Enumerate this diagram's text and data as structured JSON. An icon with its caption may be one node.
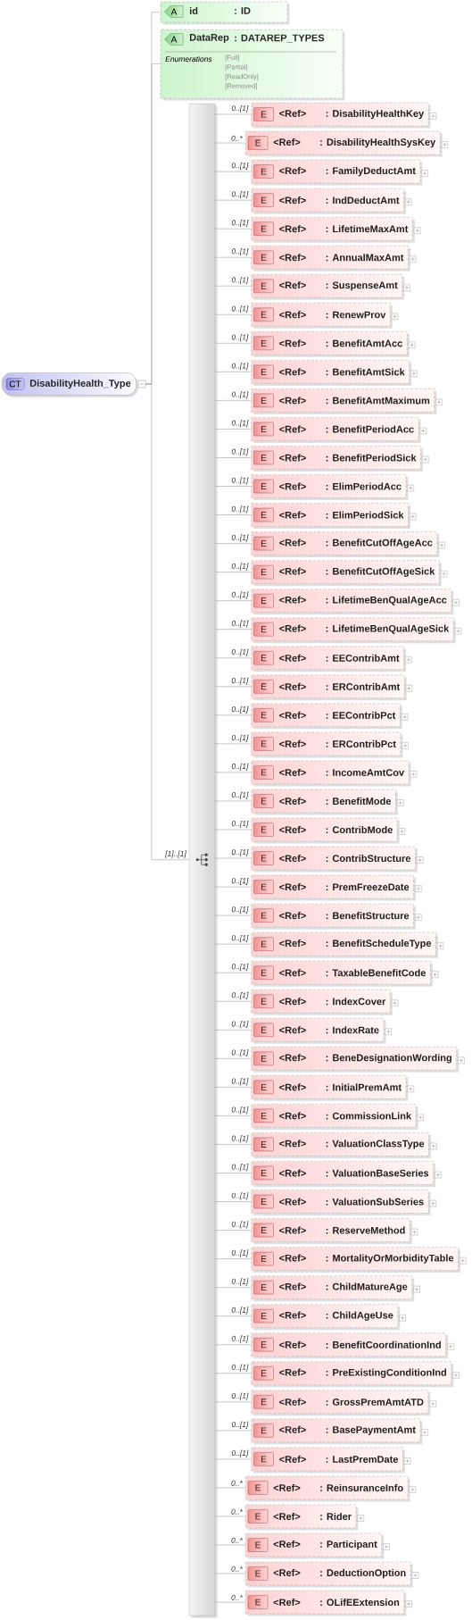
{
  "diagram": {
    "nodes": [
      {
        "text": [
          "CT",
          "DisabilityHealth_Type"
        ]
      },
      {
        "text": [
          "A",
          "id",
          ": ID"
        ]
      },
      {
        "text": [
          "A",
          "DataRep",
          ": DATAREP_TYPES",
          "Enumerations",
          "[Full]",
          "[Partial]",
          "[ReadOnly]",
          "[Removed]"
        ]
      },
      {
        "text": [],
        "shape": "bar"
      },
      {
        "text": [
          "E",
          "<Ref>",
          ": DisabilityHealthKey"
        ]
      },
      {
        "text": [
          "E",
          "<Ref>",
          ": DisabilityHealthSysKey"
        ]
      },
      {
        "text": [
          "E",
          "<Ref>",
          ": FamilyDeductAmt"
        ]
      },
      {
        "text": [
          "E",
          "<Ref>",
          ": IndDeductAmt"
        ]
      },
      {
        "text": [
          "E",
          "<Ref>",
          ": LifetimeMaxAmt"
        ]
      },
      {
        "text": [
          "E",
          "<Ref>",
          ": AnnualMaxAmt"
        ]
      },
      {
        "text": [
          "E",
          "<Ref>",
          ": SuspenseAmt"
        ]
      },
      {
        "text": [
          "E",
          "<Ref>",
          ": RenewProv"
        ]
      },
      {
        "text": [
          "E",
          "<Ref>",
          ": BenefitAmtAcc"
        ]
      },
      {
        "text": [
          "E",
          "<Ref>",
          ": BenefitAmtSick"
        ]
      },
      {
        "text": [
          "E",
          "<Ref>",
          ": BenefitAmtMaximum"
        ]
      },
      {
        "text": [
          "E",
          "<Ref>",
          ": BenefitPeriodAcc"
        ]
      },
      {
        "text": [
          "E",
          "<Ref>",
          ": BenefitPeriodSick"
        ]
      },
      {
        "text": [
          "E",
          "<Ref>",
          ": ElimPeriodAcc"
        ]
      },
      {
        "text": [
          "E",
          "<Ref>",
          ": ElimPeriodSick"
        ]
      },
      {
        "text": [
          "E",
          "<Ref>",
          ": BenefitCutOffAgeAcc"
        ]
      },
      {
        "text": [
          "E",
          "<Ref>",
          ": BenefitCutOffAgeSick"
        ]
      },
      {
        "text": [
          "E",
          "<Ref>",
          ": LifetimeBenQualAgeAcc"
        ]
      },
      {
        "text": [
          "E",
          "<Ref>",
          ": LifetimeBenQualAgeSick"
        ]
      },
      {
        "text": [
          "E",
          "<Ref>",
          ": EEContribAmt"
        ]
      },
      {
        "text": [
          "E",
          "<Ref>",
          ": ERContribAmt"
        ]
      },
      {
        "text": [
          "E",
          "<Ref>",
          ": EEContribPct"
        ]
      },
      {
        "text": [
          "E",
          "<Ref>",
          ": ERContribPct"
        ]
      },
      {
        "text": [
          "E",
          "<Ref>",
          ": IncomeAmtCov"
        ]
      },
      {
        "text": [
          "E",
          "<Ref>",
          ": BenefitMode"
        ]
      },
      {
        "text": [
          "E",
          "<Ref>",
          ": ContribMode"
        ]
      },
      {
        "text": [
          "E",
          "<Ref>",
          ": ContribStructure"
        ]
      },
      {
        "text": [
          "E",
          "<Ref>",
          ": PremFreezeDate"
        ]
      },
      {
        "text": [
          "E",
          "<Ref>",
          ": BenefitStructure"
        ]
      },
      {
        "text": [
          "E",
          "<Ref>",
          ": BenefitScheduleType"
        ]
      },
      {
        "text": [
          "E",
          "<Ref>",
          ": TaxableBenefitCode"
        ]
      },
      {
        "text": [
          "E",
          "<Ref>",
          ": IndexCover"
        ]
      },
      {
        "text": [
          "E",
          "<Ref>",
          ": IndexRate"
        ]
      },
      {
        "text": [
          "E",
          "<Ref>",
          ": BeneDesignationWording"
        ]
      },
      {
        "text": [
          "E",
          "<Ref>",
          ": InitialPremAmt"
        ]
      },
      {
        "text": [
          "E",
          "<Ref>",
          ": CommissionLink"
        ]
      },
      {
        "text": [
          "E",
          "<Ref>",
          ": ValuationClassType"
        ]
      },
      {
        "text": [
          "E",
          "<Ref>",
          ": ValuationBaseSeries"
        ]
      },
      {
        "text": [
          "E",
          "<Ref>",
          ": ValuationSubSeries"
        ]
      },
      {
        "text": [
          "E",
          "<Ref>",
          ": ReserveMethod"
        ]
      },
      {
        "text": [
          "E",
          "<Ref>",
          ": MortalityOrMorbidityTable"
        ]
      },
      {
        "text": [
          "E",
          "<Ref>",
          ": ChildMatureAge"
        ]
      },
      {
        "text": [
          "E",
          "<Ref>",
          ": ChildAgeUse"
        ]
      },
      {
        "text": [
          "E",
          "<Ref>",
          ": BenefitCoordinationInd"
        ]
      },
      {
        "text": [
          "E",
          "<Ref>",
          ": PreExistingConditionInd"
        ]
      },
      {
        "text": [
          "E",
          "<Ref>",
          ": GrossPremAmtATD"
        ]
      },
      {
        "text": [
          "E",
          "<Ref>",
          ": BasePaymentAmt"
        ]
      },
      {
        "text": [
          "E",
          "<Ref>",
          ": LastPremDate"
        ]
      },
      {
        "text": [
          "E",
          "<Ref>",
          ": ReinsuranceInfo"
        ]
      },
      {
        "text": [
          "E",
          "<Ref>",
          ": Rider"
        ]
      },
      {
        "text": [
          "E",
          "<Ref>",
          ": Participant"
        ]
      },
      {
        "text": [
          "E",
          "<Ref>",
          ": DeductionOption"
        ]
      },
      {
        "text": [
          "E",
          "<Ref>",
          ": OLifEExtension"
        ]
      }
    ],
    "edges": [
      {
        "from": 0,
        "to": 1,
        "arrow": "none"
      },
      {
        "from": 0,
        "to": 2,
        "arrow": "none"
      },
      {
        "from": 0,
        "to": 3,
        "arrow": "none",
        "label": "[1]..[1]"
      },
      {
        "from": 3,
        "to": 4,
        "arrow": "none",
        "label": "0..[1]"
      },
      {
        "from": 3,
        "to": 5,
        "arrow": "none",
        "label": "0..*"
      },
      {
        "from": 3,
        "to": 6,
        "arrow": "none",
        "label": "0..[1]"
      },
      {
        "from": 3,
        "to": 7,
        "arrow": "none",
        "label": "0..[1]"
      },
      {
        "from": 3,
        "to": 8,
        "arrow": "none",
        "label": "0..[1]"
      },
      {
        "from": 3,
        "to": 9,
        "arrow": "none",
        "label": "0..[1]"
      },
      {
        "from": 3,
        "to": 10,
        "arrow": "none",
        "label": "0..[1]"
      },
      {
        "from": 3,
        "to": 11,
        "arrow": "none",
        "label": "0..[1]"
      },
      {
        "from": 3,
        "to": 12,
        "arrow": "none",
        "label": "0..[1]"
      },
      {
        "from": 3,
        "to": 13,
        "arrow": "none",
        "label": "0..[1]"
      },
      {
        "from": 3,
        "to": 14,
        "arrow": "none",
        "label": "0..[1]"
      },
      {
        "from": 3,
        "to": 15,
        "arrow": "none",
        "label": "0..[1]"
      },
      {
        "from": 3,
        "to": 16,
        "arrow": "none",
        "label": "0..[1]"
      },
      {
        "from": 3,
        "to": 17,
        "arrow": "none",
        "label": "0..[1]"
      },
      {
        "from": 3,
        "to": 18,
        "arrow": "none",
        "label": "0..[1]"
      },
      {
        "from": 3,
        "to": 19,
        "arrow": "none",
        "label": "0..[1]"
      },
      {
        "from": 3,
        "to": 20,
        "arrow": "none",
        "label": "0..[1]"
      },
      {
        "from": 3,
        "to": 21,
        "arrow": "none",
        "label": "0..[1]"
      },
      {
        "from": 3,
        "to": 22,
        "arrow": "none",
        "label": "0..[1]"
      },
      {
        "from": 3,
        "to": 23,
        "arrow": "none",
        "label": "0..[1]"
      },
      {
        "from": 3,
        "to": 24,
        "arrow": "none",
        "label": "0..[1]"
      },
      {
        "from": 3,
        "to": 25,
        "arrow": "none",
        "label": "0..[1]"
      },
      {
        "from": 3,
        "to": 26,
        "arrow": "none",
        "label": "0..[1]"
      },
      {
        "from": 3,
        "to": 27,
        "arrow": "none",
        "label": "0..[1]"
      },
      {
        "from": 3,
        "to": 28,
        "arrow": "none",
        "label": "0..[1]"
      },
      {
        "from": 3,
        "to": 29,
        "arrow": "none",
        "label": "0..[1]"
      },
      {
        "from": 3,
        "to": 30,
        "arrow": "none",
        "label": "0..[1]"
      },
      {
        "from": 3,
        "to": 31,
        "arrow": "none",
        "label": "0..[1]"
      },
      {
        "from": 3,
        "to": 32,
        "arrow": "none",
        "label": "0..[1]"
      },
      {
        "from": 3,
        "to": 33,
        "arrow": "none",
        "label": "0..[1]"
      },
      {
        "from": 3,
        "to": 34,
        "arrow": "none",
        "label": "0..[1]"
      },
      {
        "from": 3,
        "to": 35,
        "arrow": "none",
        "label": "0..[1]"
      },
      {
        "from": 3,
        "to": 36,
        "arrow": "none",
        "label": "0..[1]"
      },
      {
        "from": 3,
        "to": 37,
        "arrow": "none",
        "label": "0..[1]"
      },
      {
        "from": 3,
        "to": 38,
        "arrow": "none",
        "label": "0..[1]"
      },
      {
        "from": 3,
        "to": 39,
        "arrow": "none",
        "label": "0..[1]"
      },
      {
        "from": 3,
        "to": 40,
        "arrow": "none",
        "label": "0..[1]"
      },
      {
        "from": 3,
        "to": 41,
        "arrow": "none",
        "label": "0..[1]"
      },
      {
        "from": 3,
        "to": 42,
        "arrow": "none",
        "label": "0..[1]"
      },
      {
        "from": 3,
        "to": 43,
        "arrow": "none",
        "label": "0..[1]"
      },
      {
        "from": 3,
        "to": 44,
        "arrow": "none",
        "label": "0..[1]"
      },
      {
        "from": 3,
        "to": 45,
        "arrow": "none",
        "label": "0..[1]"
      },
      {
        "from": 3,
        "to": 46,
        "arrow": "none",
        "label": "0..[1]"
      },
      {
        "from": 3,
        "to": 47,
        "arrow": "none",
        "label": "0..[1]"
      },
      {
        "from": 3,
        "to": 48,
        "arrow": "none",
        "label": "0..[1]"
      },
      {
        "from": 3,
        "to": 49,
        "arrow": "none",
        "label": "0..[1]"
      },
      {
        "from": 3,
        "to": 50,
        "arrow": "none",
        "label": "0..[1]"
      },
      {
        "from": 3,
        "to": 51,
        "arrow": "none",
        "label": "0..[1]"
      },
      {
        "from": 3,
        "to": 52,
        "arrow": "none",
        "label": "0..*"
      },
      {
        "from": 3,
        "to": 53,
        "arrow": "none",
        "label": "0..*"
      },
      {
        "from": 3,
        "to": 54,
        "arrow": "none",
        "label": "0..*"
      },
      {
        "from": 3,
        "to": 55,
        "arrow": "none",
        "label": "0..*"
      },
      {
        "from": 3,
        "to": 56,
        "arrow": "none",
        "label": "0..*"
      }
    ]
  }
}
